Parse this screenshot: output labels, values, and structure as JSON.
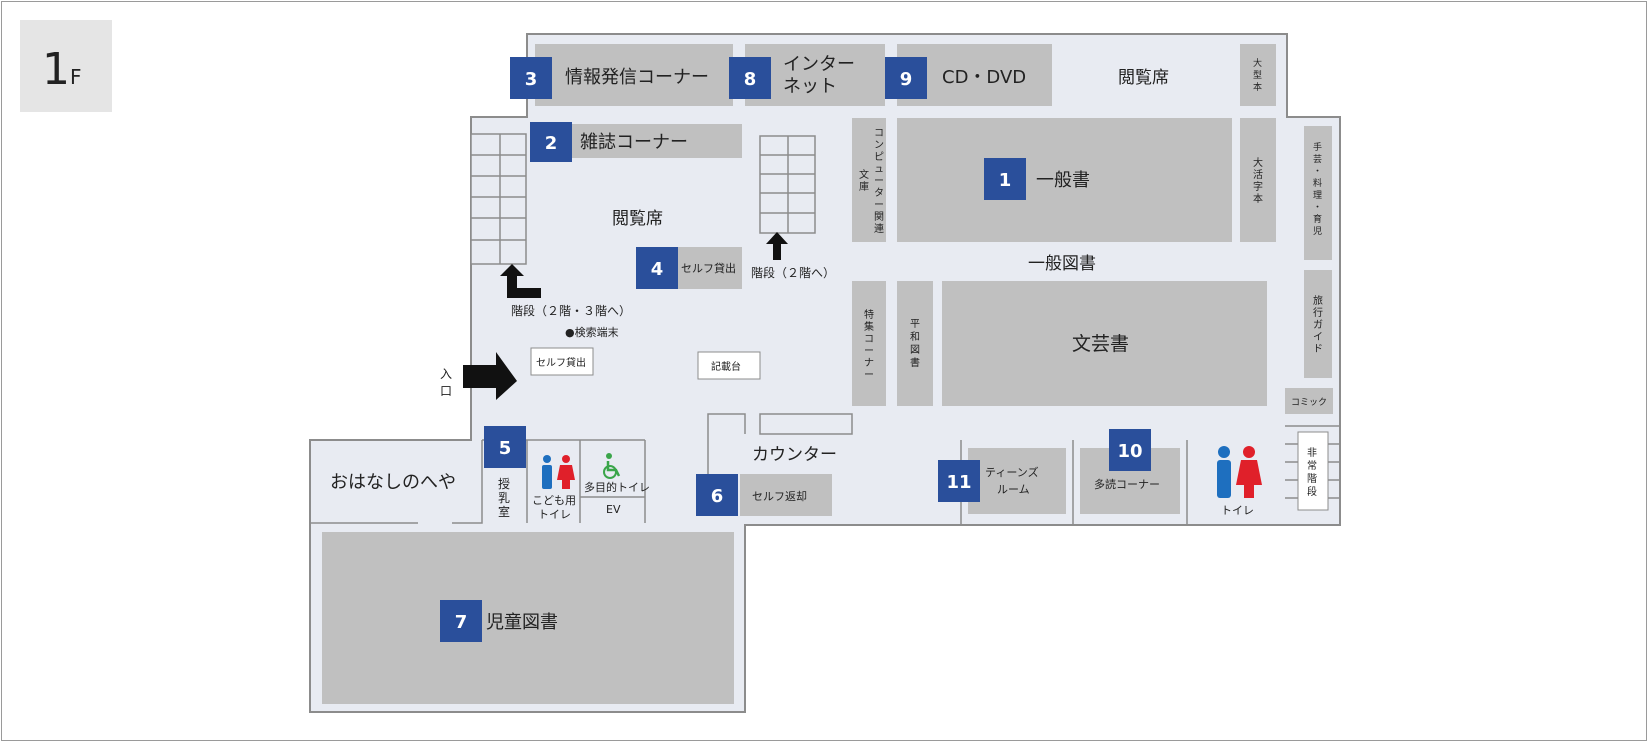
{
  "floor": {
    "label": "1",
    "suffix": "F"
  },
  "colors": {
    "badge": "#2a4f9b",
    "shelf": "#c0c0c0",
    "floor": "#e8ebf2",
    "male": "#1e6fbf",
    "female": "#e0202a",
    "accessible": "#3aa54a"
  },
  "badges": {
    "b1": "1",
    "b2": "2",
    "b3": "3",
    "b4": "4",
    "b5": "5",
    "b6": "6",
    "b7": "7",
    "b8": "8",
    "b9": "9",
    "b10": "10",
    "b11": "11"
  },
  "areas": {
    "general_books": "一般書",
    "general_books_section": "一般図書",
    "magazine": "雑誌コーナー",
    "info": "情報発信コーナー",
    "internet_1": "インター",
    "internet_2": "ネット",
    "cddvd": "CD・DVD",
    "reading_top": "閲覧席",
    "reading_left": "閲覧席",
    "self_checkout_4": "セルフ貸出",
    "self_checkout_small": "セルフ貸出",
    "self_return": "セルフ返却",
    "literature": "文芸書",
    "childrens": "児童図書",
    "storytelling": "おはなしのへや",
    "nursing_1": "授",
    "nursing_2": "乳",
    "nursing_3": "室",
    "kids_toilet_1": "こども用",
    "kids_toilet_2": "トイレ",
    "accessible_toilet": "多目的トイレ",
    "ev": "EV",
    "counter": "カウンター",
    "teens_1": "ティーンズ",
    "teens_2": "ルーム",
    "multi_reading": "多読コーナー",
    "toilet": "トイレ",
    "comic": "コミック",
    "search_terminal": "●検索端末",
    "writing_desk": "記載台",
    "stairs_a": "階段（２階・３階へ）",
    "stairs_b": "階段（２階へ）",
    "entrance_1": "入",
    "entrance_2": "口"
  },
  "vertical_labels": {
    "computer": [
      "コ",
      "ン",
      "ピ",
      "ュ",
      "ー",
      "タ",
      "ー",
      "関",
      "連"
    ],
    "bunko": [
      "文",
      "庫"
    ],
    "tokushu": [
      "特",
      "集",
      "コ",
      "ー",
      "ナ",
      "ー"
    ],
    "heiwa": [
      "平",
      "和",
      "図",
      "書"
    ],
    "large_print": [
      "大",
      "型",
      "本"
    ],
    "large_letter": [
      "大",
      "活",
      "字",
      "本"
    ],
    "crafts": [
      "手",
      "芸",
      "・",
      "料",
      "理",
      "・",
      "育",
      "児"
    ],
    "travel": [
      "旅",
      "行",
      "ガ",
      "イ",
      "ド"
    ],
    "emergency": [
      "非",
      "常",
      "階",
      "段"
    ]
  }
}
